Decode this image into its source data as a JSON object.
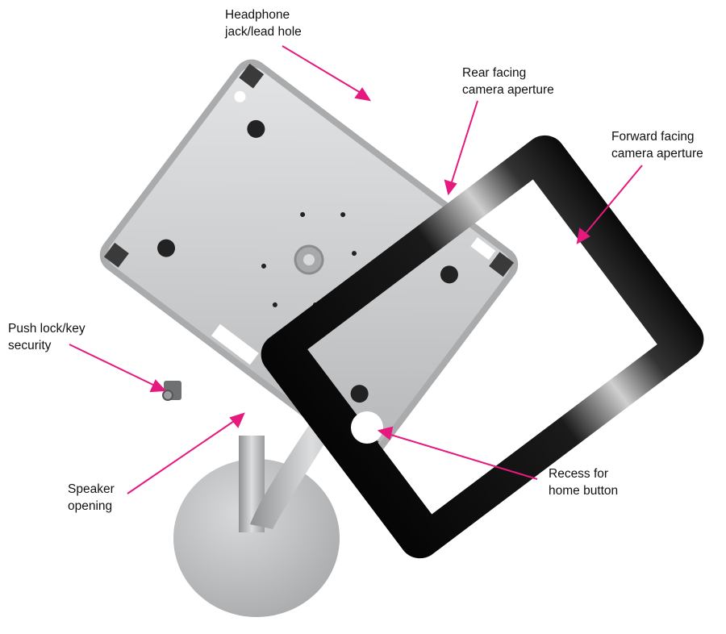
{
  "labels": {
    "headphone": {
      "line1": "Headphone",
      "line2": "jack/lead hole"
    },
    "rear_camera": {
      "line1": "Rear facing",
      "line2": "camera aperture"
    },
    "forward_camera": {
      "line1": "Forward facing",
      "line2": "camera aperture"
    },
    "push_lock": {
      "line1": "Push lock/key",
      "line2": "security"
    },
    "speaker": {
      "line1": "Speaker",
      "line2": "opening"
    },
    "home_recess": {
      "line1": "Recess for",
      "line2": "home button"
    }
  },
  "colors": {
    "callout": "#e6197f",
    "metal": "#c9cbcd",
    "frame": "#0c0c0c"
  }
}
